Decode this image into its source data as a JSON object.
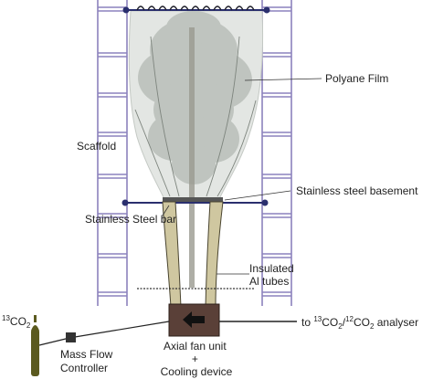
{
  "labels": {
    "polyane_film": "Polyane Film",
    "scaffold": "Scaffold",
    "stainless_steel_basement": "Stainless steel basement",
    "stainless_steel_bar": "Stainless Steel bar",
    "insulated_line1": "Insulated",
    "insulated_line2": "Al tubes",
    "co2_superscript": "13",
    "co2_text": "CO",
    "co2_subscript": "2",
    "mass_flow_line1": "Mass Flow",
    "mass_flow_line2": "Controller",
    "axial_line1": "Axial fan unit",
    "axial_line2": "+",
    "axial_line3": "Cooling device",
    "analyser_prefix": "to ",
    "analyser_sup1": "13",
    "analyser_co2a": "CO",
    "analyser_sub1": "2",
    "analyser_slash": "/",
    "analyser_sup2": "12",
    "analyser_co2b": "CO",
    "analyser_sub2": "2",
    "analyser_suffix": " analyser"
  },
  "colors": {
    "scaffold": "#8c82bd",
    "film": "#e3e6e3",
    "tree": "#b9bfb9",
    "bar": "#2a2f6e",
    "tube_fill": "#cfc7a0",
    "tube_stroke": "#4a4530",
    "fan_box": "#5a4038",
    "cylinder": "#5b5a1f"
  }
}
